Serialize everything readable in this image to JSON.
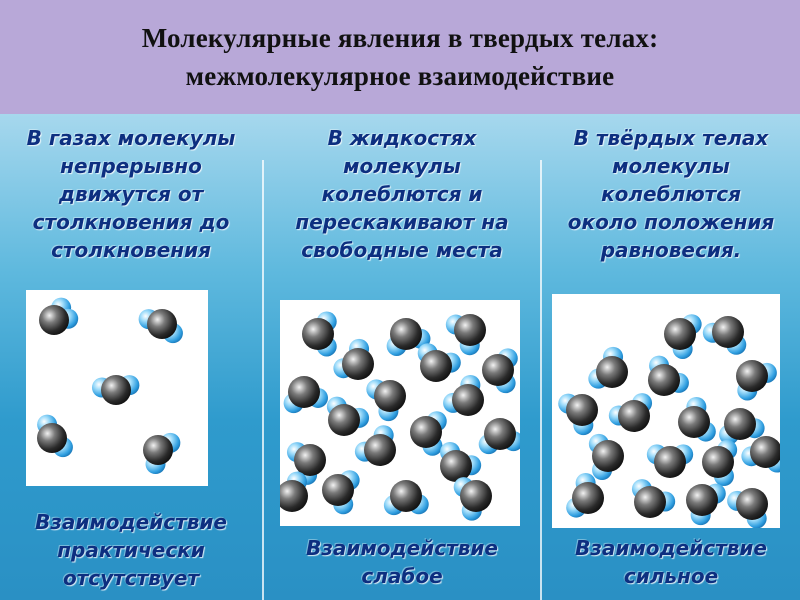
{
  "title": {
    "line1": "Молекулярные явления в твердых телах:",
    "line2": "межмолекулярное взаимодействие"
  },
  "columns": [
    {
      "id": "gases",
      "description": [
        "В газах молекулы",
        "непрерывно",
        "движутся от",
        "столкновения до",
        "столкновения"
      ],
      "interaction": [
        "Взаимодействие",
        "практически",
        "отсутствует"
      ]
    },
    {
      "id": "liquids",
      "description": [
        "В жидкостях",
        "молекулы",
        "колеблются и",
        "перескакивают на",
        "свободные места"
      ],
      "interaction": [
        "Взаимодействие",
        "слабое"
      ]
    },
    {
      "id": "solids",
      "description": [
        "В твёрдых телах",
        "молекулы",
        "колеблются",
        "около положения",
        "равновесия."
      ],
      "interaction": [
        "Взаимодействие",
        "сильное"
      ]
    }
  ],
  "colors": {
    "header_bg": "#b8a8d8",
    "text": "#0d2f80",
    "oxygen_atom": "#2b2b2b",
    "hydrogen_atom": "#4fb6ea"
  }
}
